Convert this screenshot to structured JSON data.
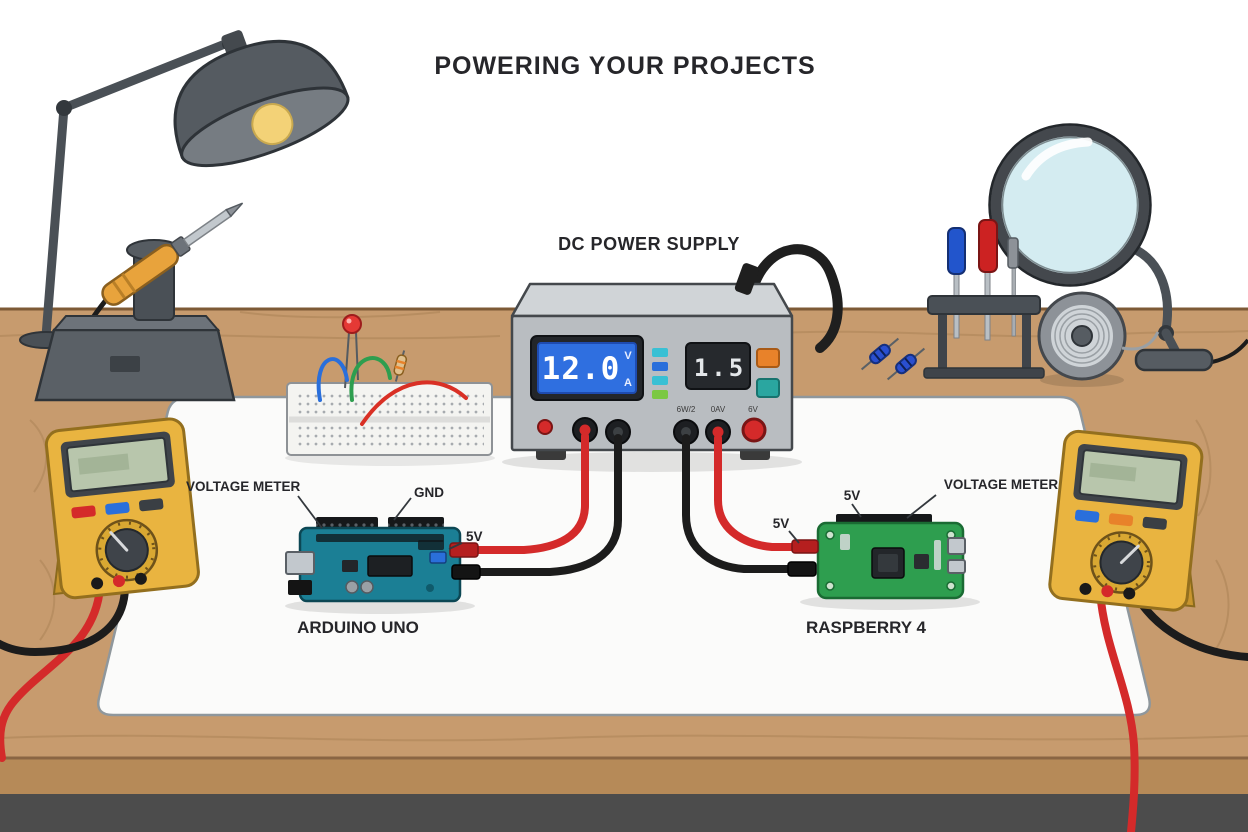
{
  "title": "POWERING YOUR PROJECTS",
  "power_supply": {
    "label": "DC POWER SUPPLY",
    "voltage_reading": "12.0",
    "voltage_unit": "V",
    "current_unit": "A",
    "current_reading": "1.5",
    "knob_labels": [
      "6W/2",
      "0AV",
      "6V"
    ]
  },
  "arduino": {
    "caption": "ARDUINO UNO",
    "label_voltage_meter": "VOLTAGE METER",
    "label_gnd": "GND",
    "label_5v": "5V"
  },
  "raspberry": {
    "caption": "RASPBERRY 4",
    "label_voltage_meter": "VOLTAGE METER",
    "label_5v_top": "5V",
    "label_5v_side": "5V"
  },
  "colors": {
    "desk_wood": "#c79b6e",
    "work_mat": "#fbfbfa",
    "supply_body": "#b9bdc1",
    "lcd_blue": "#2f6fe0",
    "multimeter_yellow": "#e9b440",
    "arduino_teal": "#1b7f95",
    "pi_green": "#2e9e4f",
    "wire_red": "#d42a2a",
    "wire_black": "#1c1c1c"
  }
}
